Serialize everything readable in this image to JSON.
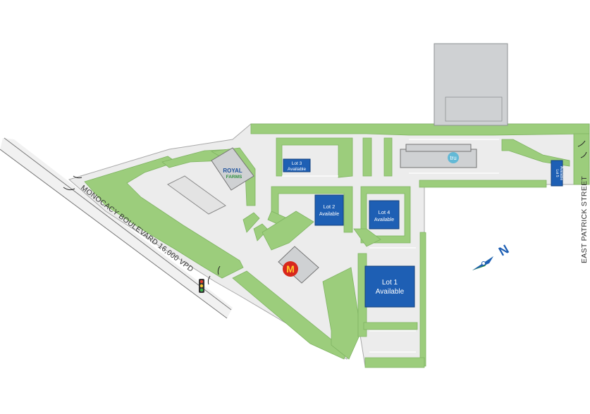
{
  "roads": {
    "monocacy": "MONOCACY BOULEVARD 16,000 VPD",
    "east_patrick": "EAST PATRICK STREET"
  },
  "lots": {
    "lot1": {
      "name": "Lot 1",
      "status": "Available"
    },
    "lot2": {
      "name": "Lot 2",
      "status": "Available"
    },
    "lot3": {
      "name": "Lot 3",
      "status": "Available"
    },
    "lot4": {
      "name": "Lot 4",
      "status": "Available"
    },
    "lot5": {
      "name": "Lot 5",
      "status": "Available"
    }
  },
  "tenants": {
    "royal_farms_line1": "ROYAL",
    "royal_farms_line2": "FARMS",
    "tru": "tru"
  },
  "compass": {
    "label": "N"
  },
  "colors": {
    "grass": "#9ccd7c",
    "pavement": "#ececec",
    "lot_blue": "#1e5fb4",
    "building_gray": "#cfd1d3",
    "mcdonalds_red": "#d8271c",
    "mcdonalds_yellow": "#ffc72c"
  }
}
